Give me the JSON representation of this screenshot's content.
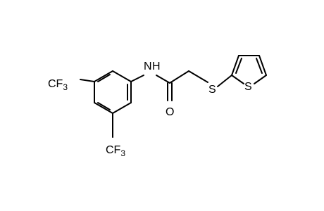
{
  "molecule": {
    "atoms": {
      "cf3_top": {
        "main": "CF",
        "sub": "3"
      },
      "cf3_bottom": {
        "main": "CF",
        "sub": "3"
      },
      "nh": "N",
      "nh_h": "H",
      "carbonyl_o": "O",
      "thioether_s": "S",
      "thiophene_s": "S"
    }
  }
}
